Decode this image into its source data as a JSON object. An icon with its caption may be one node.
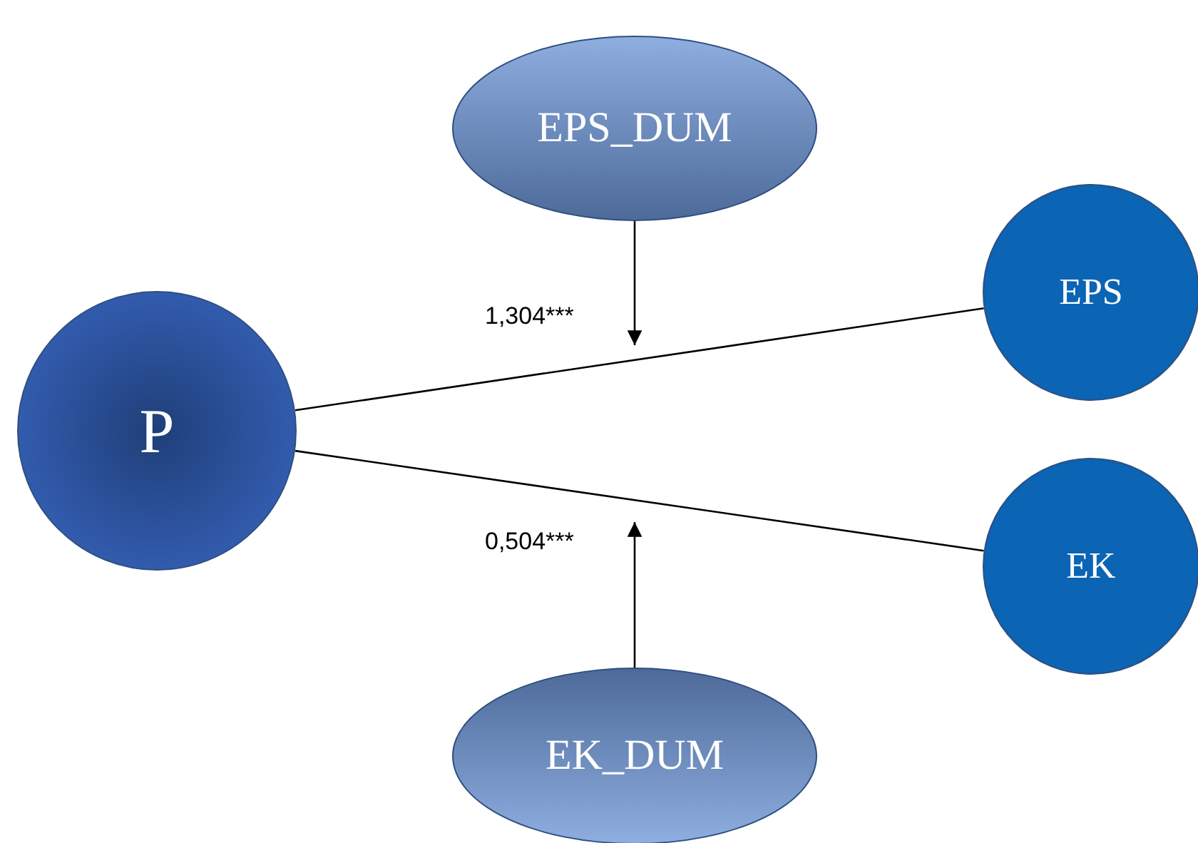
{
  "diagram": {
    "nodes": [
      {
        "text": [
          "EPS_DUM"
        ]
      },
      {
        "text": [
          "EPS"
        ]
      },
      {
        "text": [
          "P"
        ]
      },
      {
        "text": [
          "EK"
        ]
      },
      {
        "text": [
          "EK_DUM"
        ]
      }
    ],
    "edges": [
      {
        "from": 2,
        "to": 1,
        "arrow": "none"
      },
      {
        "from": 2,
        "to": 3,
        "arrow": "none"
      },
      {
        "from": 0,
        "to": null,
        "arrow": "to",
        "label": "1,304***"
      },
      {
        "from": 4,
        "to": null,
        "arrow": "to",
        "label": "0,504***"
      }
    ]
  }
}
